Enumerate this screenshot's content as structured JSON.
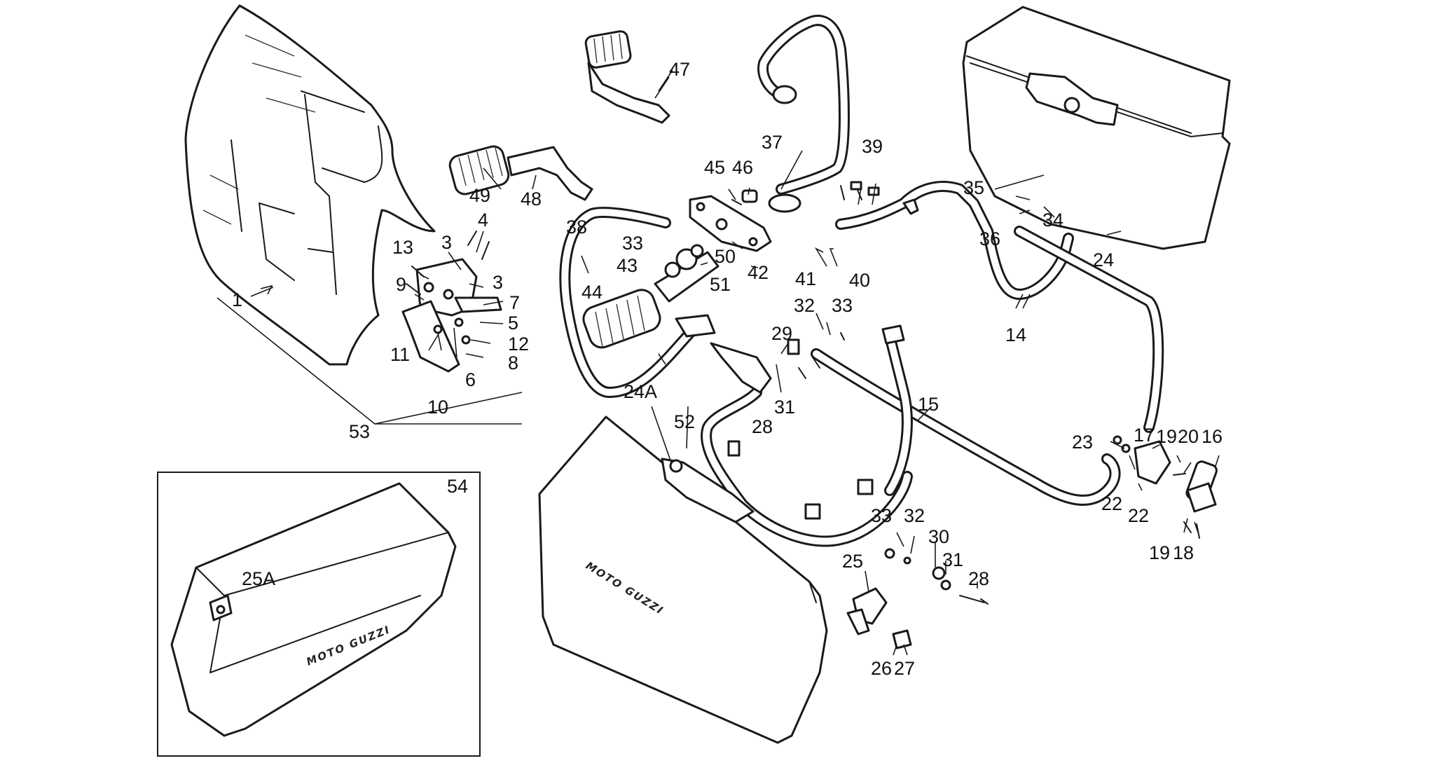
{
  "diagram": {
    "brand_text": "MOTO GUZZI",
    "callouts": {
      "c1": "1",
      "c3a": "3",
      "c3b": "3",
      "c4": "4",
      "c5": "5",
      "c6": "6",
      "c7": "7",
      "c8": "8",
      "c9": "9",
      "c10": "10",
      "c11": "11",
      "c12": "12",
      "c13": "13",
      "c53": "53",
      "c54": "54",
      "c25A": "25A",
      "c24A": "24A",
      "c52": "52",
      "c38": "38",
      "c44": "44",
      "c43": "43",
      "c33a": "33",
      "c50": "50",
      "c42": "42",
      "c51": "51",
      "c45": "45",
      "c46": "46",
      "c49": "49",
      "c48": "48",
      "c47": "47",
      "c37": "37",
      "c39": "39",
      "c41": "41",
      "c40": "40",
      "c32a": "32",
      "c33b": "33",
      "c29": "29",
      "c28a": "28",
      "c31a": "31",
      "c15": "15",
      "c35": "35",
      "c36": "36",
      "c34": "34",
      "c24": "24",
      "c14": "14",
      "c23": "23",
      "c17": "17",
      "c19a": "19",
      "c20": "20",
      "c16": "16",
      "c22a": "22",
      "c22b": "22",
      "c19b": "19",
      "c18": "18",
      "c33c": "33",
      "c32b": "32",
      "c30": "30",
      "c31b": "31",
      "c28b": "28",
      "c25": "25",
      "c26": "26",
      "c27": "27"
    }
  }
}
